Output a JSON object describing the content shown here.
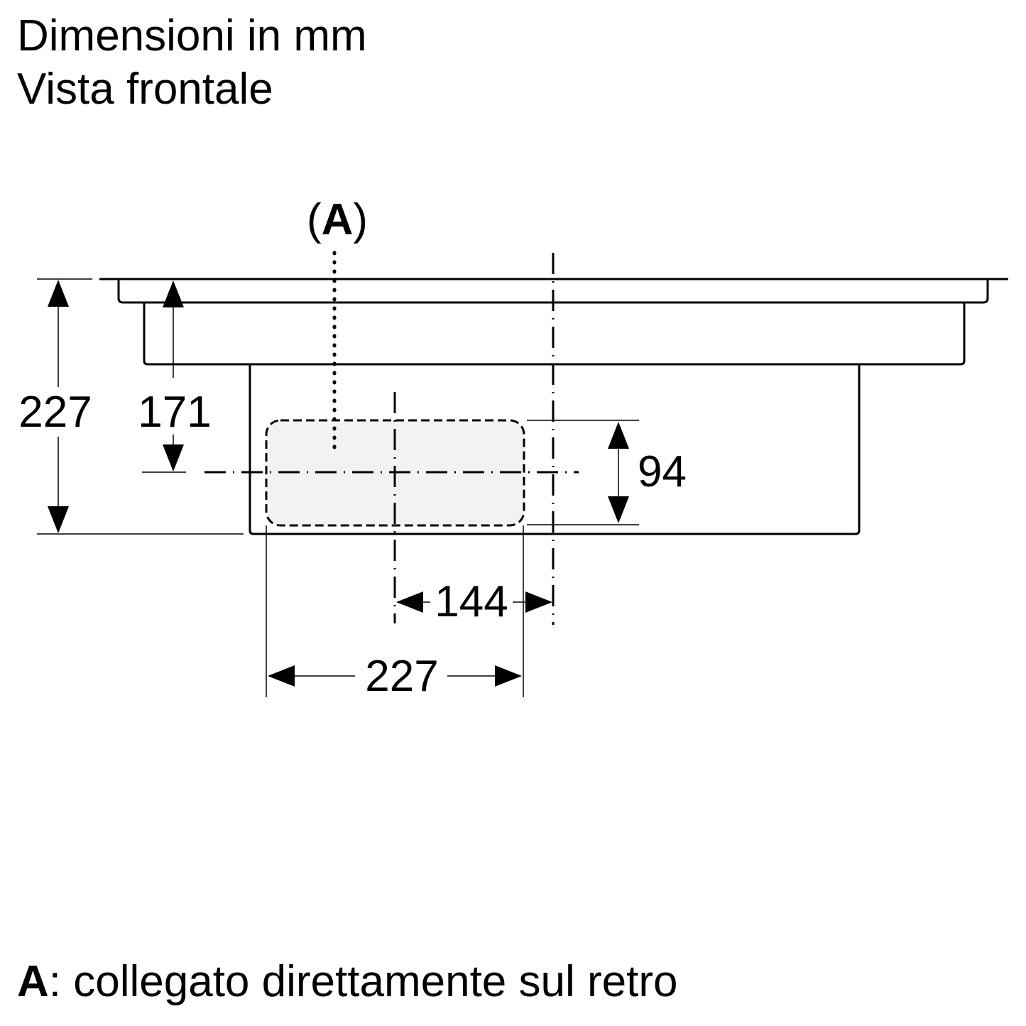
{
  "header": {
    "line1": "Dimensioni in mm",
    "line2": "Vista frontale"
  },
  "diagram": {
    "callout_paren_open": "(",
    "callout_letter": "A",
    "callout_paren_close": ")",
    "dimensions": {
      "total_height": "227",
      "axis_height": "171",
      "connector_height": "94",
      "offset_width": "144",
      "connector_width": "227"
    }
  },
  "legend": {
    "key": "A",
    "text": ": collegato direttamente sul retro"
  }
}
